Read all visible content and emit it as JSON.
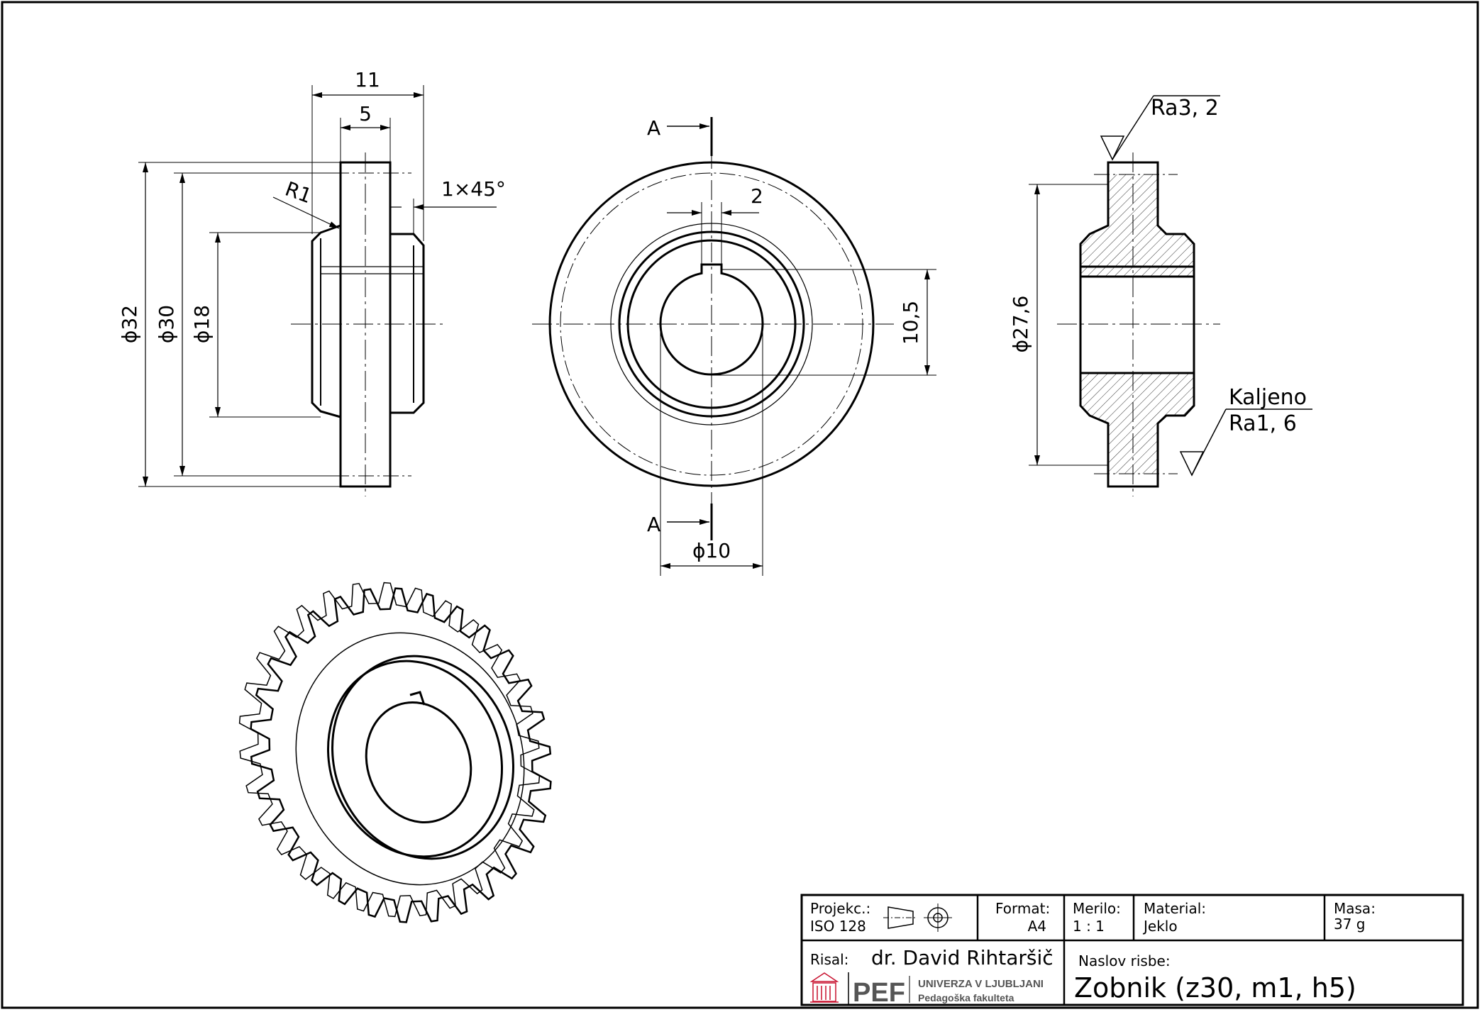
{
  "dimensions": {
    "width_11": "11",
    "width_5": "5",
    "radius": "R1",
    "chamfer": "1×45°",
    "dia_32": "ϕ32",
    "dia_30": "ϕ30",
    "dia_18": "ϕ18",
    "key_width": "2",
    "key_depth": "10,5",
    "dia_10": "ϕ10",
    "dia_27_6": "ϕ27,6",
    "section_label_top": "A",
    "section_label_bottom": "A"
  },
  "surface": {
    "roughness_top": "Ra3, 2",
    "hardened": "Kaljeno",
    "roughness_bottom": "Ra1, 6"
  },
  "title_block": {
    "projection_label": "Projekc.:",
    "projection_value": "ISO 128",
    "format_label": "Format:",
    "format_value": "A4",
    "scale_label": "Merilo:",
    "scale_value": "1 : 1",
    "material_label": "Material:",
    "material_value": "Jeklo",
    "mass_label": "Masa:",
    "mass_value": "37 g",
    "drawn_by_label": "Risal:",
    "drawn_by_value": "dr. David Rihtaršič",
    "drawing_title_label": "Naslov risbe:",
    "drawing_title_value": "Zobnik (z30, m1, h5)",
    "logo_acronym": "PEF",
    "logo_university": "UNIVERZA V LJUBLJANI",
    "logo_faculty": "Pedagoška fakulteta"
  },
  "colors": {
    "line": "#000000",
    "logo_red": "#c8102e",
    "logo_gray": "#555555"
  }
}
